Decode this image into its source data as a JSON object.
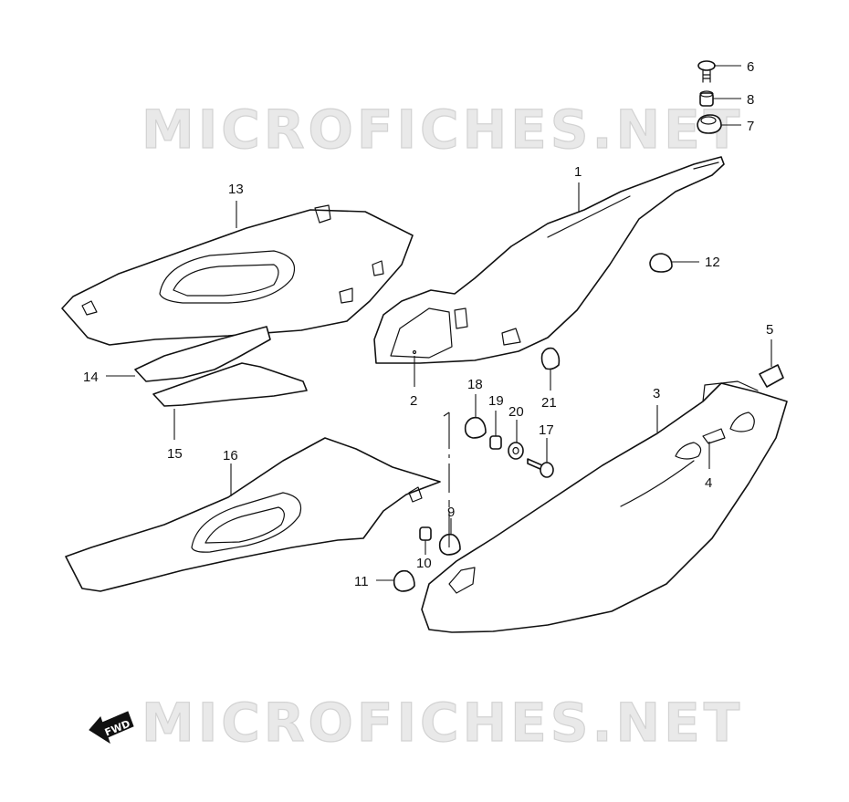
{
  "watermark": {
    "top": "MICROFICHES.NET",
    "bottom": "MICROFICHES.NET"
  },
  "fwd_label": "FWD",
  "callouts": {
    "c1": "1",
    "c2": "2",
    "c3": "3",
    "c4": "4",
    "c5": "5",
    "c6": "6",
    "c7": "7",
    "c8": "8",
    "c9": "9",
    "c10": "10",
    "c11": "11",
    "c12": "12",
    "c13": "13",
    "c14": "14",
    "c15": "15",
    "c16": "16",
    "c17": "17",
    "c18": "18",
    "c19": "19",
    "c20": "20",
    "c21": "21"
  },
  "colors": {
    "line": "#111111",
    "watermark": "#d2d2d2",
    "background": "#ffffff"
  }
}
